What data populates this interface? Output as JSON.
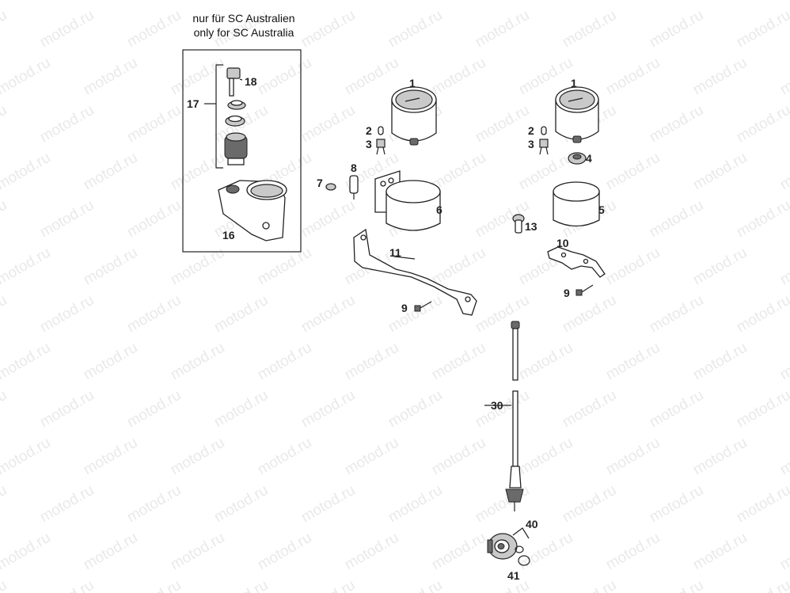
{
  "watermark": "motod.ru",
  "inset": {
    "note_de": "nur für SC Australien",
    "note_en": "only for SC Australia"
  },
  "callouts": [
    {
      "id": "c18",
      "text": "18"
    },
    {
      "id": "c17",
      "text": "17"
    },
    {
      "id": "c16",
      "text": "16"
    },
    {
      "id": "c1a",
      "text": "1"
    },
    {
      "id": "c2a",
      "text": "2"
    },
    {
      "id": "c3a",
      "text": "3"
    },
    {
      "id": "c7",
      "text": "7"
    },
    {
      "id": "c8",
      "text": "8"
    },
    {
      "id": "c6",
      "text": "6"
    },
    {
      "id": "c11",
      "text": "11"
    },
    {
      "id": "c9a",
      "text": "9"
    },
    {
      "id": "c1b",
      "text": "1"
    },
    {
      "id": "c2b",
      "text": "2"
    },
    {
      "id": "c3b",
      "text": "3"
    },
    {
      "id": "c4",
      "text": "4"
    },
    {
      "id": "c5",
      "text": "5"
    },
    {
      "id": "c13",
      "text": "13"
    },
    {
      "id": "c10",
      "text": "10"
    },
    {
      "id": "c9b",
      "text": "9"
    },
    {
      "id": "c30",
      "text": "30"
    },
    {
      "id": "c40",
      "text": "40"
    },
    {
      "id": "c41",
      "text": "41"
    }
  ]
}
